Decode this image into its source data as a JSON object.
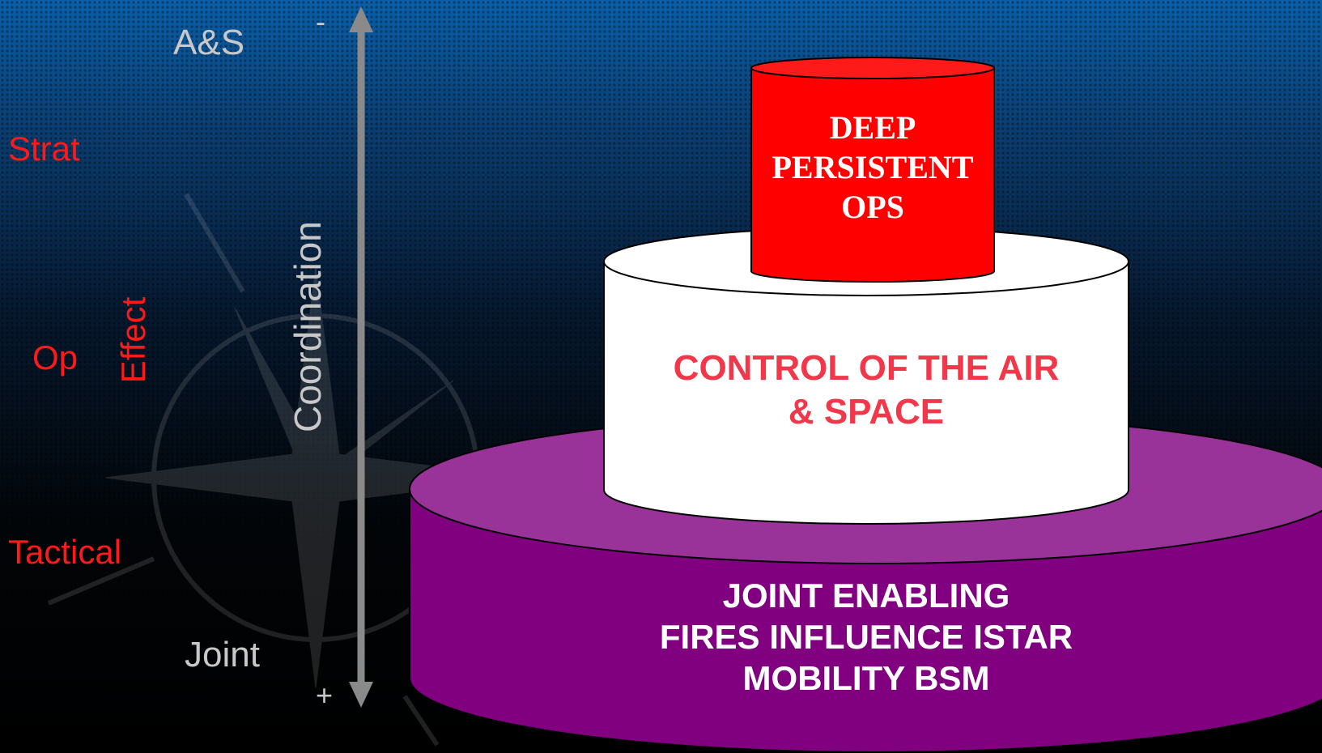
{
  "axis": {
    "top_sign": "-",
    "bottom_sign": "+",
    "top_label": "A&S",
    "bottom_label": "Joint",
    "title": "Coordination"
  },
  "effect": {
    "title": "Effect",
    "levels": [
      "Strat",
      "Op",
      "Tactical"
    ]
  },
  "tiers": {
    "top": {
      "lines": [
        "DEEP",
        "PERSISTENT",
        "OPS"
      ],
      "fill": "#ff0000",
      "text_color": "#ffffff"
    },
    "middle": {
      "lines": [
        "CONTROL OF THE AIR",
        "& SPACE"
      ],
      "fill": "#ffffff",
      "text_color": "#f0384a"
    },
    "bottom": {
      "lines": [
        "JOINT ENABLING",
        "FIRES INFLUENCE ISTAR",
        "MOBILITY BSM"
      ],
      "fill": "#800080",
      "top_fill": "#993399",
      "text_color": "#ffffff"
    }
  },
  "colors": {
    "axis": "#8a8a8a",
    "gray_text": "#c8c8c8",
    "red_text": "#ff1a1a"
  }
}
